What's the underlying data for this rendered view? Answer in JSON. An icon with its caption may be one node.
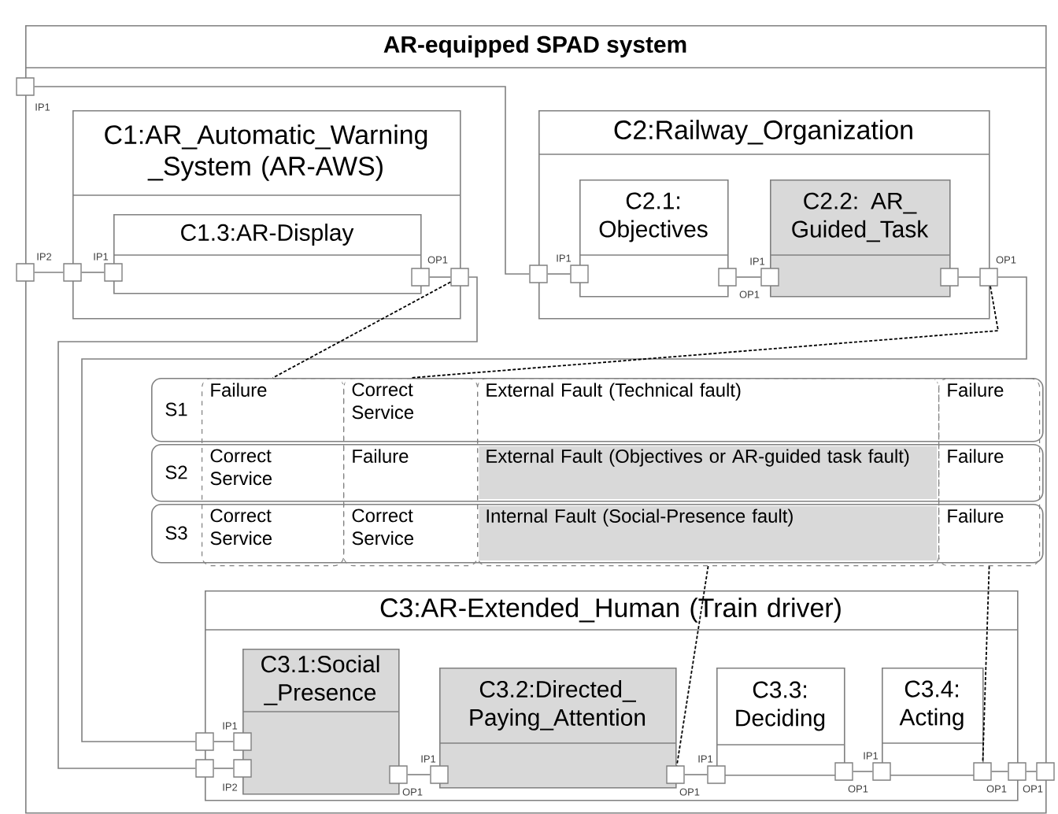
{
  "diagram": {
    "title": "AR-equipped SPAD system",
    "nodes": [
      {
        "text": [],
        "shape": "box"
      },
      {
        "text": [
          "C1:AR_Automatic_Warning _System (AR-AWS)"
        ],
        "in": 0
      },
      {
        "text": [
          "C1.3:AR-Display"
        ],
        "in": 1
      },
      {
        "text": [
          "C2:Railway_Organization"
        ],
        "in": 0
      },
      {
        "text": [
          "C2.1: Objectives"
        ],
        "in": 3
      },
      {
        "text": [
          "C2.2: AR_ Guided_Task"
        ],
        "in": 3
      },
      {
        "text": [
          "S1"
        ],
        "in": 0
      },
      {
        "text": [
          "S2"
        ],
        "in": 0
      },
      {
        "text": [
          "S3"
        ],
        "in": 0
      },
      {
        "text": [],
        "shape": "box",
        "in": 0
      },
      {
        "text": [],
        "shape": "box",
        "in": 0
      },
      {
        "text": [],
        "shape": "box",
        "in": 0
      },
      {
        "text": [],
        "shape": "box",
        "in": 0
      },
      {
        "text": [
          "C3:AR-Extended_Human (Train driver)"
        ],
        "in": 0
      },
      {
        "text": [
          "C3.1:Social _Presence"
        ],
        "in": 13
      },
      {
        "text": [
          "C3.2:Directed_ Paying_Attention"
        ],
        "in": 13
      },
      {
        "text": [
          "C3.3: Deciding"
        ],
        "in": 13
      },
      {
        "text": [
          "C3.4: Acting"
        ],
        "in": 13
      },
      {
        "text": [],
        "shape": "box",
        "beside": [
          "IP1"
        ]
      },
      {
        "text": [],
        "shape": "box",
        "beside": [
          "IP2"
        ]
      },
      {
        "text": [],
        "shape": "box",
        "in": 0
      },
      {
        "text": [],
        "shape": "box",
        "in": 1,
        "beside": [
          "IP1"
        ]
      },
      {
        "text": [],
        "shape": "box",
        "in": 1,
        "beside": [
          "OP1"
        ]
      },
      {
        "text": [],
        "shape": "box",
        "in": 0
      },
      {
        "text": [],
        "shape": "box",
        "in": 0
      },
      {
        "text": [],
        "shape": "box",
        "in": 3,
        "beside": [
          "IP1"
        ]
      },
      {
        "text": [],
        "shape": "box",
        "in": 3,
        "beside": [
          "OP1"
        ]
      },
      {
        "text": [],
        "shape": "box",
        "in": 3,
        "beside": [
          "IP1"
        ]
      },
      {
        "text": [],
        "shape": "box",
        "in": 3
      },
      {
        "text": [],
        "shape": "box",
        "in": 0,
        "beside": [
          "OP1"
        ]
      },
      {
        "text": [],
        "shape": "box",
        "in": 0
      },
      {
        "text": [],
        "shape": "box",
        "in": 0
      },
      {
        "text": [],
        "shape": "box",
        "in": 13,
        "beside": [
          "IP1"
        ]
      },
      {
        "text": [],
        "shape": "box",
        "in": 13,
        "beside": [
          "IP2"
        ]
      },
      {
        "text": [],
        "shape": "box",
        "in": 13,
        "beside": [
          "OP1"
        ]
      },
      {
        "text": [],
        "shape": "box",
        "in": 13,
        "beside": [
          "IP1"
        ]
      },
      {
        "text": [],
        "shape": "box",
        "in": 13,
        "beside": [
          "OP1"
        ]
      },
      {
        "text": [],
        "shape": "box",
        "in": 13,
        "beside": [
          "IP1"
        ]
      },
      {
        "text": [],
        "shape": "box",
        "in": 13,
        "beside": [
          "OP1"
        ]
      },
      {
        "text": [],
        "shape": "box",
        "in": 13,
        "beside": [
          "IP1"
        ]
      },
      {
        "text": [],
        "shape": "box",
        "in": 13,
        "beside": [
          "OP1"
        ]
      },
      {
        "text": [],
        "shape": "box",
        "in": 0,
        "beside": [
          "OP1"
        ]
      },
      {
        "text": [],
        "shape": "box"
      },
      {
        "text": [
          "Failure"
        ]
      },
      {
        "text": [
          "Correct Service"
        ]
      },
      {
        "text": [
          "External Fault (Technical fault)"
        ]
      },
      {
        "text": [
          "Failure"
        ]
      },
      {
        "text": [
          "Correct Service"
        ]
      },
      {
        "text": [
          "Failure"
        ]
      },
      {
        "text": [
          "External Fault (Objectives or AR-guided task fault)"
        ]
      },
      {
        "text": [
          "Failure"
        ]
      },
      {
        "text": [
          "Correct Service"
        ]
      },
      {
        "text": [
          "Correct Service"
        ]
      },
      {
        "text": [
          "Internal Fault (Social-Presence fault)"
        ]
      },
      {
        "text": [
          "Failure"
        ]
      }
    ],
    "edges": [
      {
        "from": 18,
        "to": 24,
        "arrow": "none"
      },
      {
        "from": 19,
        "to": 20,
        "arrow": "none"
      },
      {
        "from": 20,
        "to": 21,
        "arrow": "none"
      },
      {
        "from": 22,
        "to": 23,
        "arrow": "none"
      },
      {
        "from": 23,
        "to": 31,
        "arrow": "none"
      },
      {
        "from": 24,
        "to": 25,
        "arrow": "none"
      },
      {
        "from": 26,
        "to": 27,
        "arrow": "none"
      },
      {
        "from": 28,
        "to": 29,
        "arrow": "none"
      },
      {
        "from": 29,
        "to": 30,
        "arrow": "none"
      },
      {
        "from": 30,
        "to": 32,
        "arrow": "none"
      },
      {
        "from": 31,
        "to": 33,
        "arrow": "none"
      },
      {
        "from": 34,
        "to": 35,
        "arrow": "none"
      },
      {
        "from": 36,
        "to": 37,
        "arrow": "none"
      },
      {
        "from": 38,
        "to": 39,
        "arrow": "none"
      },
      {
        "from": 40,
        "to": 41,
        "arrow": "none"
      },
      {
        "from": 41,
        "to": 42,
        "arrow": "none"
      },
      {
        "from": 23,
        "to": 9,
        "arrow": "none",
        "style": "dashed",
        "color": "#000000"
      },
      {
        "from": 29,
        "to": 10,
        "arrow": "none",
        "style": "dashed",
        "color": "#000000"
      },
      {
        "from": 11,
        "to": 36,
        "arrow": "none",
        "style": "dashed",
        "color": "#000000"
      },
      {
        "from": 12,
        "to": 40,
        "arrow": "none",
        "style": "dashed",
        "color": "#000000"
      }
    ]
  }
}
